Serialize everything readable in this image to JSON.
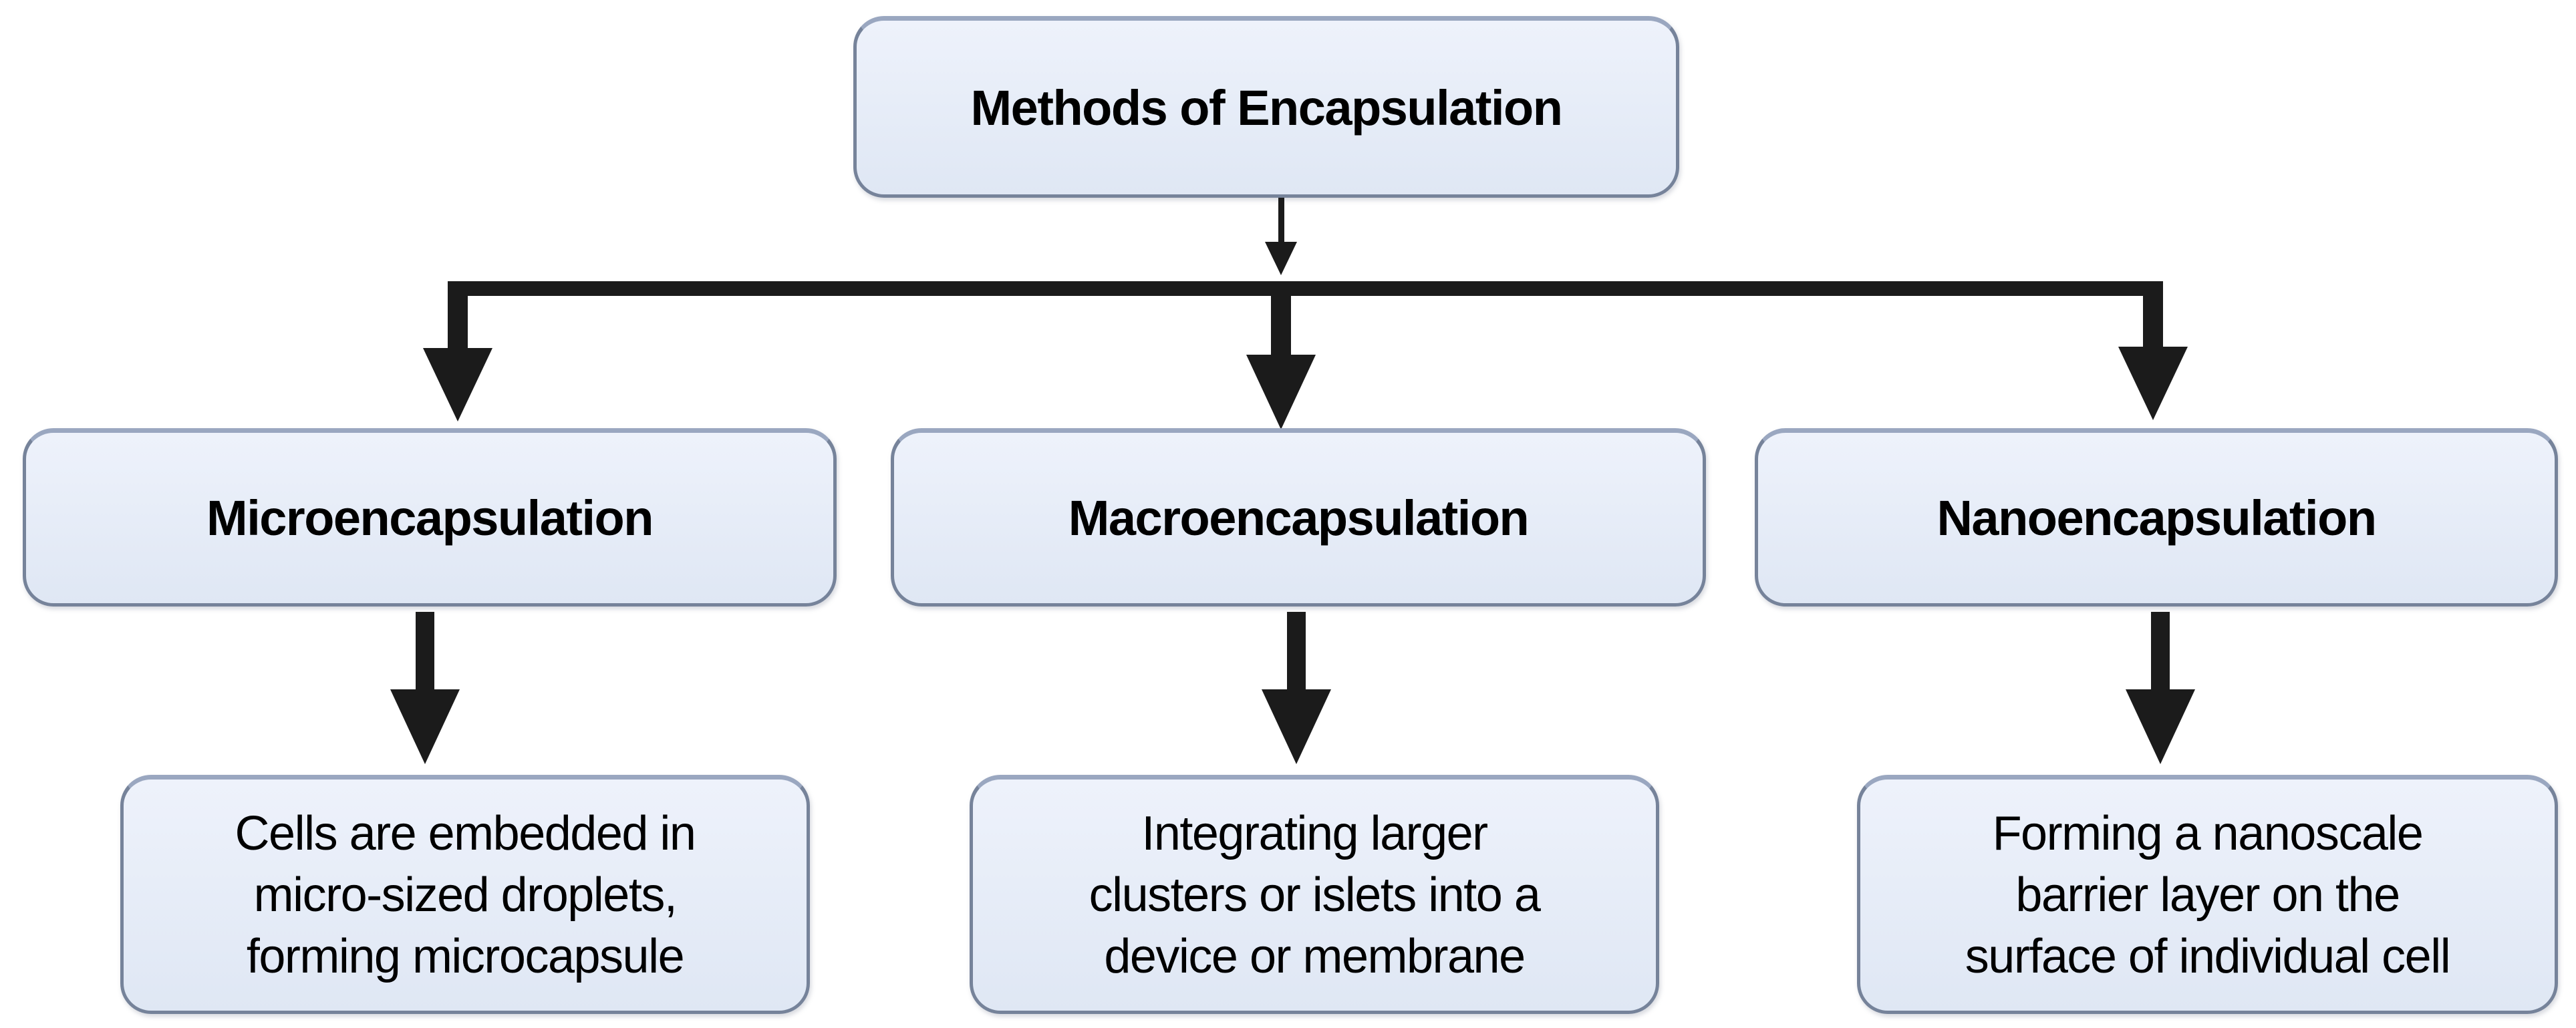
{
  "root": {
    "label": "Methods of Encapsulation"
  },
  "branches": [
    {
      "label": "Microencapsulation",
      "description": "Cells are embedded in\nmicro-sized droplets,\nforming microcapsule"
    },
    {
      "label": "Macroencapsulation",
      "description": "Integrating larger\nclusters or islets into a\ndevice or membrane"
    },
    {
      "label": "Nanoencapsulation",
      "description": "Forming a nanoscale\nbarrier layer on the\nsurface of individual cell"
    }
  ],
  "colors": {
    "background": "#ffffff",
    "box_fill": "#e7edf8",
    "box_border": "#76839a",
    "box_border_top": "#9aa7c0",
    "arrow": "#1b1b1b",
    "text": "#000000"
  }
}
